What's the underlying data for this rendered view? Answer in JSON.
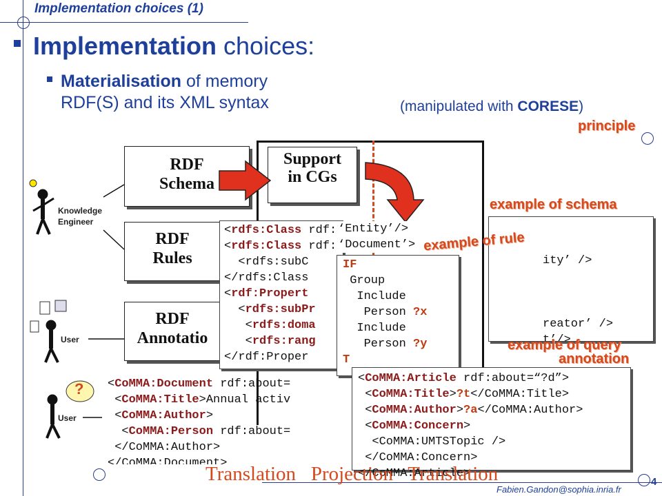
{
  "header": {
    "title": "Implementation choices (1)"
  },
  "main": {
    "heading_bold": "Implementation",
    "heading_rest": " choices:",
    "sub_bold": "Materialisation",
    "sub_rest1": " of memory",
    "sub_line2": "RDF(S) and its XML syntax",
    "manip_prefix": "(manipulated with ",
    "manip_bold": "CORESE",
    "manip_suffix": ")"
  },
  "tags": {
    "principle": "principle",
    "example_schema": "example of schema",
    "example_rule": "example of rule",
    "example_query": "example of query",
    "annotation": "annotation"
  },
  "diagram": {
    "schema_l1": "RDF",
    "schema_l2": "Schema",
    "rules_l1": "RDF",
    "rules_l2": "Rules",
    "annot_l1": "RDF",
    "annot_l2": "Annotatio",
    "support_l1": "Support",
    "support_l2": "in CGs",
    "knowledge_engineer_l1": "Knowledge",
    "knowledge_engineer_l2": "Engineer",
    "user1": "User",
    "user2": "User",
    "question_mark": "?"
  },
  "schema_code": {
    "l1a": "<",
    "l1b": "rdfs:Class",
    "l1c": " rdf:ID=",
    "l1d": "‘Entity’",
    "l1e": "/>",
    "l2a": "<",
    "l2b": "rdfs:Class",
    "l2c": " rdf:ID=",
    "l2d": "‘Document’",
    "l2e": ">",
    "l3": "  <rdfs:subC",
    "l4": "</rdfs:Class",
    "l5a": "<",
    "l5b": "rdf:Propert",
    "l6a": "  <",
    "l6b": "rdfs:subPr",
    "l7a": "   <",
    "l7b": "rdfs:doma",
    "l8a": "   <",
    "l8b": "rdfs:rang",
    "l9": "</rdf:Proper"
  },
  "schema_right": {
    "r1": "ity’ />",
    "r2": "reator’ />",
    "r3": "t’/>"
  },
  "rule_code": {
    "if": "IF",
    "l1": "Group",
    "l2": " Include",
    "l3": "  Person ",
    "v1": "?x",
    "l4": " Include",
    "l5": "  Person ",
    "v2": "?y",
    "t": "T"
  },
  "doc_code": {
    "l1a": "<",
    "l1b": "CoMMA:Document",
    "l1c": " rdf:about=",
    "l2a": " <",
    "l2b": "CoMMA:Title",
    "l2c": ">Annual activ",
    "l3a": " <",
    "l3b": "CoMMA:Author",
    "l3c": ">",
    "l4a": "  <",
    "l4b": "CoMMA:Person",
    "l4c": " rdf:about=",
    "l5": " </CoMMA:Author>",
    "l6": "</CoMMA:Document>"
  },
  "query_code": {
    "l1a": "<",
    "l1b": "CoMMA:Article",
    "l1c": " rdf:about=“?d”>",
    "l2a": " <",
    "l2b": "CoMMA:Title",
    "l2c": ">",
    "l2v": "?t",
    "l2d": "</CoMMA:Title>",
    "l3a": " <",
    "l3b": "CoMMA:Author",
    "l3c": ">",
    "l3v": "?a",
    "l3d": "</CoMMA:Author>",
    "l4a": " <",
    "l4b": "CoMMA:Concern",
    "l4c": ">",
    "l5": "  <CoMMA:UMTSTopic />",
    "l6": " </CoMMA:Concern>",
    "l7": "</CoMMA:Article>"
  },
  "footer": {
    "translation": "Translation",
    "projection": "Projection",
    "translation2": "Translation",
    "email": "Fabien.Gandon@sophia.inria.fr",
    "page_number": "4"
  },
  "colors": {
    "title_blue": "#1e3f9a",
    "accent_orange": "#d44a1e",
    "arrow_red": "#e0301e"
  }
}
